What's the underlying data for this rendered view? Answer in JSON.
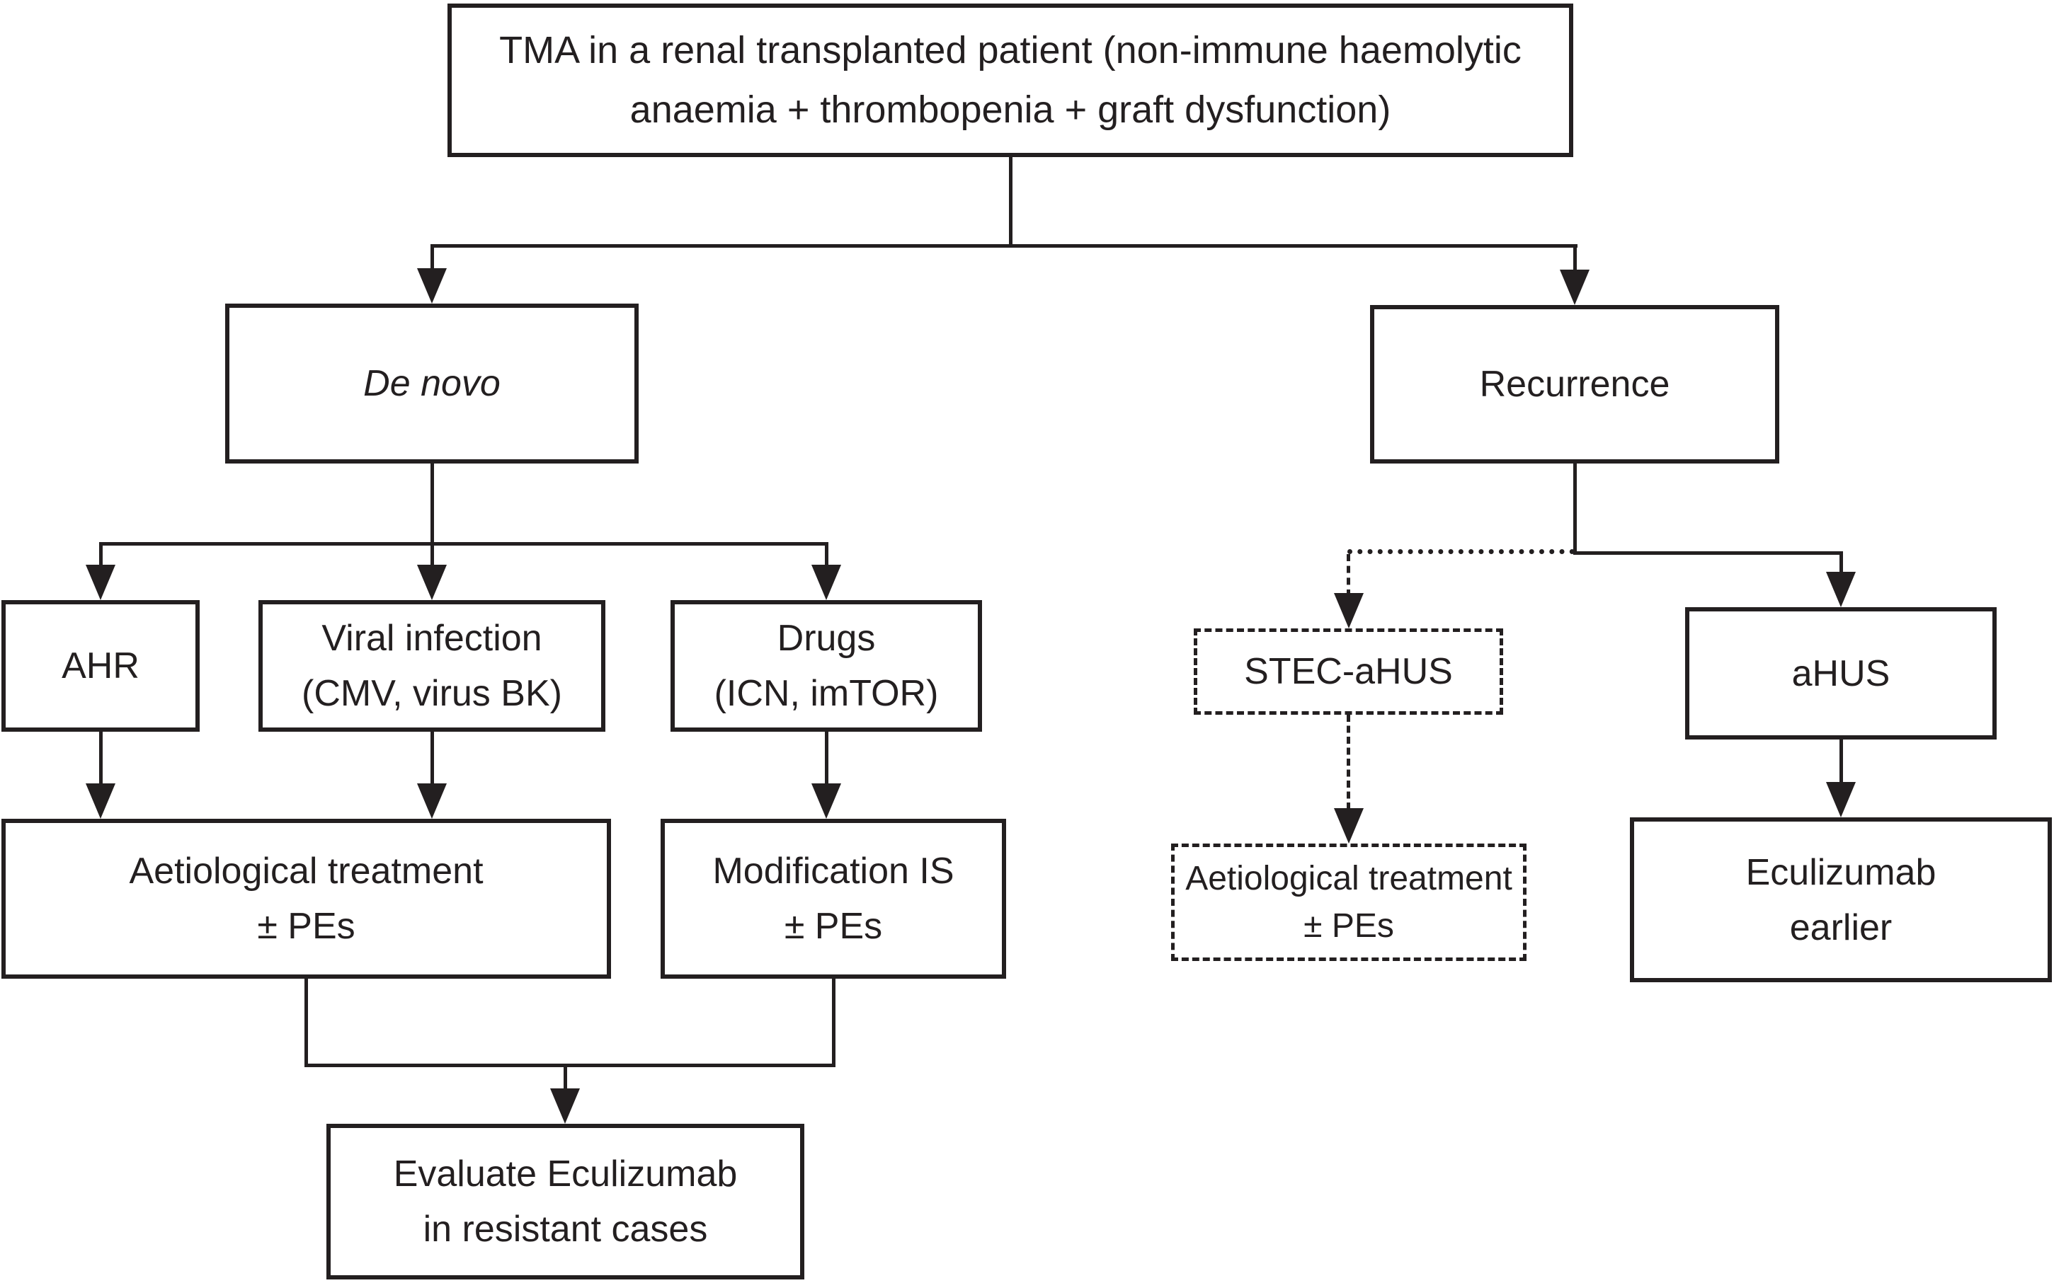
{
  "colors": {
    "ink": "#231f20",
    "background": "#ffffff"
  },
  "nodes": {
    "root": {
      "line1": "TMA in a renal transplanted patient (non-immune haemolytic",
      "line2": "anaemia + thrombopenia + graft dysfunction)",
      "border": "solid"
    },
    "de_novo": {
      "label": "De novo",
      "border": "solid",
      "italic": true
    },
    "recurrence": {
      "label": "Recurrence",
      "border": "solid"
    },
    "ahr": {
      "label": "AHR",
      "border": "solid"
    },
    "viral_infection": {
      "line1": "Viral infection",
      "line2": "(CMV, virus BK)",
      "border": "solid"
    },
    "drugs": {
      "line1": "Drugs",
      "line2": "(ICN, imTOR)",
      "border": "solid"
    },
    "stec_ahus": {
      "label": "STEC-aHUS",
      "border": "dashed"
    },
    "ahus": {
      "label": "aHUS",
      "border": "solid"
    },
    "aetiological_left": {
      "line1": "Aetiological treatment",
      "line2": "± PEs",
      "border": "solid"
    },
    "modification_is": {
      "line1": "Modification IS",
      "line2": "± PEs",
      "border": "solid"
    },
    "aetiological_right": {
      "line1": "Aetiological treatment",
      "line2": "± PEs",
      "border": "dashed"
    },
    "eculizumab_earlier": {
      "line1": "Eculizumab",
      "line2": "earlier",
      "border": "solid"
    },
    "evaluate_eculizumab": {
      "line1": "Evaluate Eculizumab",
      "line2": "in resistant cases",
      "border": "solid"
    }
  },
  "edges": [
    {
      "from": "root",
      "to": "de_novo",
      "style": "solid"
    },
    {
      "from": "root",
      "to": "recurrence",
      "style": "solid"
    },
    {
      "from": "de_novo",
      "to": "ahr",
      "style": "solid"
    },
    {
      "from": "de_novo",
      "to": "viral_infection",
      "style": "solid"
    },
    {
      "from": "de_novo",
      "to": "drugs",
      "style": "solid"
    },
    {
      "from": "ahr",
      "to": "aetiological_left",
      "style": "solid"
    },
    {
      "from": "viral_infection",
      "to": "aetiological_left",
      "style": "solid"
    },
    {
      "from": "drugs",
      "to": "modification_is",
      "style": "solid"
    },
    {
      "from": "aetiological_left",
      "to": "evaluate_eculizumab",
      "style": "solid"
    },
    {
      "from": "modification_is",
      "to": "evaluate_eculizumab",
      "style": "solid"
    },
    {
      "from": "recurrence",
      "to": "stec_ahus",
      "style": "dashed"
    },
    {
      "from": "recurrence",
      "to": "ahus",
      "style": "solid"
    },
    {
      "from": "stec_ahus",
      "to": "aetiological_right",
      "style": "dashed"
    },
    {
      "from": "ahus",
      "to": "eculizumab_earlier",
      "style": "solid"
    }
  ]
}
